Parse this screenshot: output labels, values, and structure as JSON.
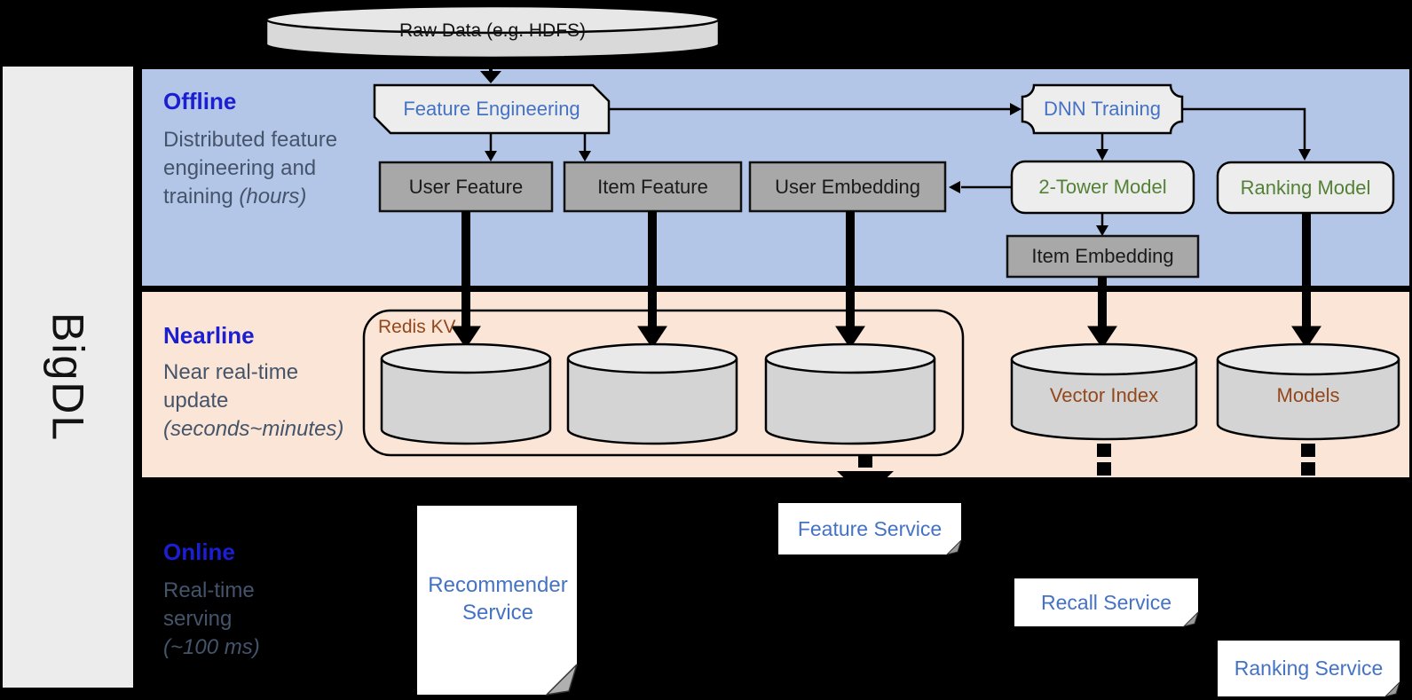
{
  "brand": "BigDL",
  "raw_data_label": "Raw Data (e.g. HDFS)",
  "sections": {
    "offline": {
      "title": "Offline",
      "desc": "Distributed feature engineering and training ",
      "desc_italic": "(hours)"
    },
    "nearline": {
      "title": "Nearline",
      "desc": "Near real-time update ",
      "desc_italic": "(seconds~minutes)"
    },
    "online": {
      "title": "Online",
      "desc": "Real-time serving ",
      "desc_italic": "(~100 ms)"
    }
  },
  "nodes": {
    "feature_engineering": "Feature Engineering",
    "dnn_training": "DNN Training",
    "user_feature": "User Feature",
    "item_feature": "Item Feature",
    "user_embedding": "User Embedding",
    "two_tower_model": "2-Tower Model",
    "ranking_model": "Ranking Model",
    "item_embedding": "Item Embedding",
    "redis_kv": "Redis KV",
    "vector_index": "Vector Index",
    "models": "Models",
    "feature_service": "Feature Service",
    "recommender_service": "Recommender Service",
    "recall_service": "Recall Service",
    "ranking_service": "Ranking Service"
  },
  "colors": {
    "offline_band": "#b3c6e7",
    "nearline_band": "#fbe5d6",
    "online_band": "#000000",
    "sidebar": "#ececec",
    "heading_blue": "#1b1ed2",
    "desc_gray": "#44546a",
    "label_blue": "#4472c4",
    "model_green": "#538135",
    "store_brown": "#94471a",
    "gray_box": "#a8a8a8",
    "light_box": "#ededed"
  }
}
